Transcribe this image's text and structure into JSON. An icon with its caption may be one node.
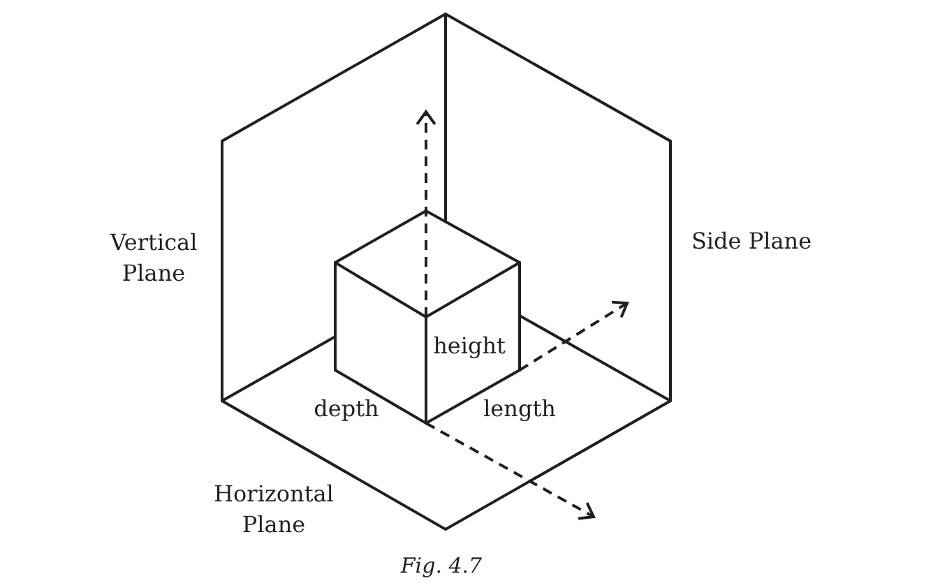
{
  "diagram": {
    "caption": "Fig. 4.7",
    "labels": [
      "Vertical Plane",
      "Side Plane",
      "height",
      "depth",
      "length",
      "Horizontal Plane"
    ]
  }
}
